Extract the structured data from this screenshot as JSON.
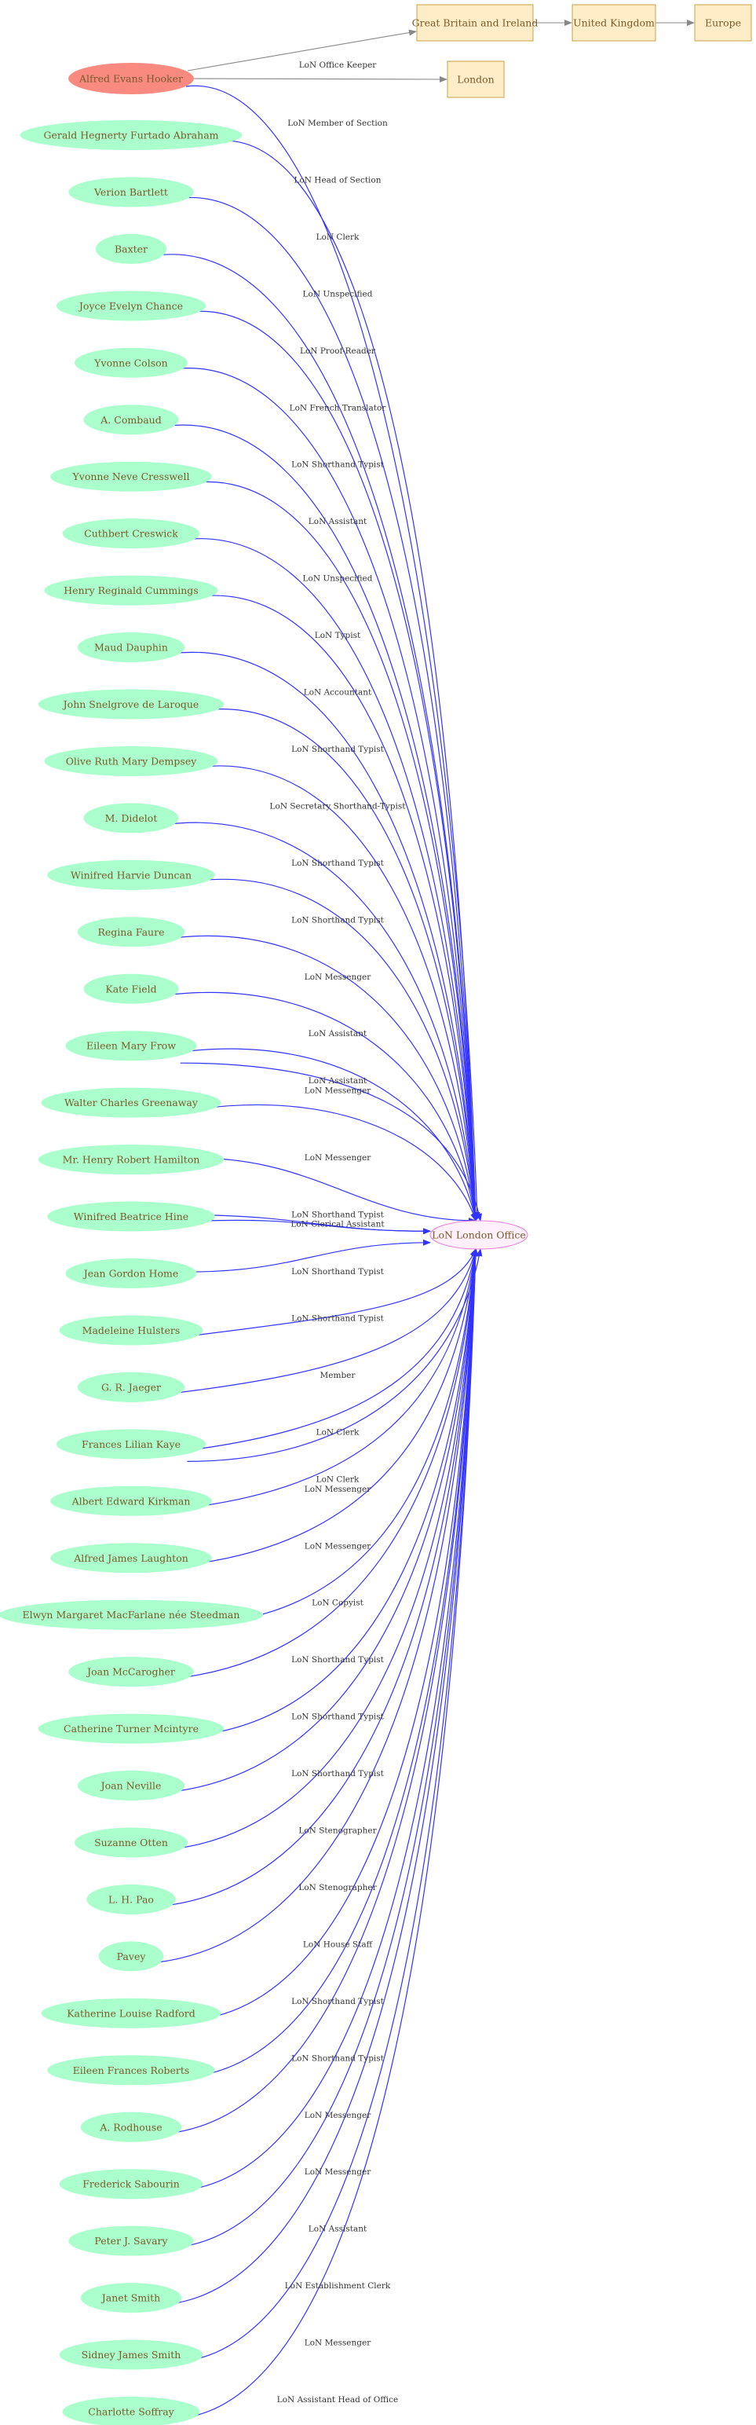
{
  "colors": {
    "person_fill": "#aaffcc",
    "focus_fill": "#f88a80",
    "place_fill": "#feedc7",
    "place_stroke": "#c8a14b",
    "org_fill": "#fff0fb",
    "org_stroke": "#e87fd7",
    "person_edge": "#3333ff",
    "place_edge": "#888888",
    "node_text": "#7a5a2a"
  },
  "hub": {
    "label": "LoN London Office"
  },
  "focus_person": {
    "label": "Alfred Evans Hooker",
    "role": "LoN Office Keeper"
  },
  "places": [
    {
      "id": "gbi",
      "label": "Great Britain and Ireland"
    },
    {
      "id": "uk",
      "label": "United Kingdom"
    },
    {
      "id": "eu",
      "label": "Europe"
    },
    {
      "id": "london",
      "label": "London"
    }
  ],
  "people": [
    {
      "label": "Gerald Hegnerty Furtado Abraham",
      "roles": [
        "LoN Member of Section"
      ]
    },
    {
      "label": "Verion Bartlett",
      "roles": [
        "LoN Head of Section"
      ]
    },
    {
      "label": "Baxter",
      "roles": [
        "LoN Clerk"
      ]
    },
    {
      "label": "Joyce Evelyn Chance",
      "roles": [
        "LoN Unspecified"
      ]
    },
    {
      "label": "Yvonne Colson",
      "roles": [
        "LoN Proof-Reader"
      ]
    },
    {
      "label": "A. Combaud",
      "roles": [
        "LoN French Translator"
      ]
    },
    {
      "label": "Yvonne Neve Cresswell",
      "roles": [
        "LoN Shorthand Typist"
      ]
    },
    {
      "label": "Cuthbert Creswick",
      "roles": [
        "LoN Assistant"
      ]
    },
    {
      "label": "Henry Reginald Cummings",
      "roles": [
        "LoN Unspecified"
      ]
    },
    {
      "label": "Maud Dauphin",
      "roles": [
        "LoN Typist"
      ]
    },
    {
      "label": "John Snelgrove de Laroque",
      "roles": [
        "LoN Accountant"
      ]
    },
    {
      "label": "Olive Ruth Mary Dempsey",
      "roles": [
        "LoN Shorthand Typist"
      ]
    },
    {
      "label": "M. Didelot",
      "roles": [
        "LoN Secretary Shorthand-Typist"
      ]
    },
    {
      "label": "Winifred Harvie Duncan",
      "roles": [
        "LoN Shorthand Typist"
      ]
    },
    {
      "label": "Regina Faure",
      "roles": [
        "LoN Shorthand Typist"
      ]
    },
    {
      "label": "Kate Field",
      "roles": [
        "LoN Messenger"
      ]
    },
    {
      "label": "Eileen Mary Frow",
      "roles": [
        "LoN Assistant",
        "LoN Assistant"
      ]
    },
    {
      "label": "Walter Charles Greenaway",
      "roles": [
        "LoN Messenger"
      ]
    },
    {
      "label": "Mr. Henry Robert Hamilton",
      "roles": [
        "LoN Messenger"
      ]
    },
    {
      "label": "Winifred Beatrice Hine",
      "roles": [
        "LoN Shorthand Typist",
        "LoN Clerical Assistant"
      ]
    },
    {
      "label": "Jean Gordon Home",
      "roles": [
        "LoN Shorthand Typist"
      ]
    },
    {
      "label": "Madeleine Hulsters",
      "roles": [
        "LoN Shorthand Typist"
      ]
    },
    {
      "label": "G. R. Jaeger",
      "roles": [
        "Member"
      ]
    },
    {
      "label": "Frances Lilian Kaye",
      "roles": [
        "LoN Clerk",
        "LoN Clerk"
      ]
    },
    {
      "label": "Albert Edward Kirkman",
      "roles": [
        "LoN Messenger"
      ]
    },
    {
      "label": "Alfred James Laughton",
      "roles": [
        "LoN Messenger"
      ]
    },
    {
      "label": "Elwyn Margaret MacFarlane née Steedman",
      "roles": [
        "LoN Copyist"
      ]
    },
    {
      "label": "Joan McCarogher",
      "roles": [
        "LoN Shorthand Typist"
      ]
    },
    {
      "label": "Catherine Turner Mcintyre",
      "roles": [
        "LoN Shorthand Typist"
      ]
    },
    {
      "label": "Joan Neville",
      "roles": [
        "LoN Shorthand Typist"
      ]
    },
    {
      "label": "Suzanne Otten",
      "roles": [
        "LoN Stenographer"
      ]
    },
    {
      "label": "L. H. Pao",
      "roles": [
        "LoN Stenographer"
      ]
    },
    {
      "label": "Pavey",
      "roles": [
        "LoN House Staff"
      ]
    },
    {
      "label": "Katherine Louise Radford",
      "roles": [
        "LoN Shorthand Typist"
      ]
    },
    {
      "label": "Eileen Frances Roberts",
      "roles": [
        "LoN Shorthand Typist"
      ]
    },
    {
      "label": "A. Rodhouse",
      "roles": [
        "LoN Messenger"
      ]
    },
    {
      "label": "Frederick Sabourin",
      "roles": [
        "LoN Messenger"
      ]
    },
    {
      "label": "Peter J. Savary",
      "roles": [
        "LoN Assistant"
      ]
    },
    {
      "label": "Janet Smith",
      "roles": [
        "LoN Establishment Clerk"
      ]
    },
    {
      "label": "Sidney James Smith",
      "roles": [
        "LoN Messenger"
      ]
    },
    {
      "label": "Charlotte Soffray",
      "roles": [
        "LoN Assistant Head of Office"
      ]
    }
  ]
}
